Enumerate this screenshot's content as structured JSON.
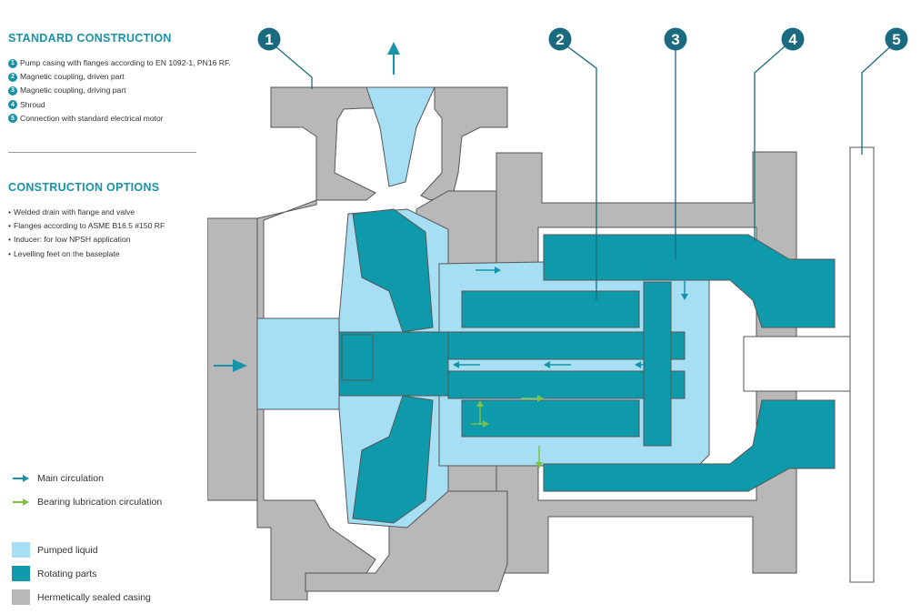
{
  "standard_construction": {
    "title": "STANDARD CONSTRUCTION",
    "items": [
      {
        "num": "1",
        "text": "Pump casing with flanges according to EN 1092-1, PN16 RF."
      },
      {
        "num": "2",
        "text": "Magnetic coupling, driven part"
      },
      {
        "num": "3",
        "text": "Magnetic coupling, driving part"
      },
      {
        "num": "4",
        "text": "Shroud"
      },
      {
        "num": "5",
        "text": "Connection with standard electrical motor"
      }
    ]
  },
  "construction_options": {
    "title": "CONSTRUCTION OPTIONS",
    "items": [
      "Welded drain with flange and valve",
      "Flanges according to ASME B16.5 #150 RF",
      "Inducer: for low NPSH application",
      "Levelling feet on the baseplate"
    ]
  },
  "legend": {
    "arrows": [
      {
        "label": "Main circulation",
        "color": "#1793a9",
        "icon": "arrow-right-icon"
      },
      {
        "label": "Bearing lubrication circulation",
        "color": "#7cc243",
        "icon": "arrow-right-icon"
      }
    ],
    "swatches": [
      {
        "label": "Pumped liquid",
        "color": "#a6def4"
      },
      {
        "label": "Rotating parts",
        "color": "#0e9aab"
      },
      {
        "label": "Hermetically sealed casing",
        "color": "#b8b8b8"
      }
    ]
  },
  "diagram": {
    "callouts": [
      "1",
      "2",
      "3",
      "4",
      "5"
    ],
    "colors": {
      "casing": "#b8b8b8",
      "liquid": "#a6def4",
      "rotating": "#0e9aab",
      "callout": "#1a6b7f",
      "main_flow": "#1793a9",
      "bearing_flow": "#7cc243"
    }
  }
}
